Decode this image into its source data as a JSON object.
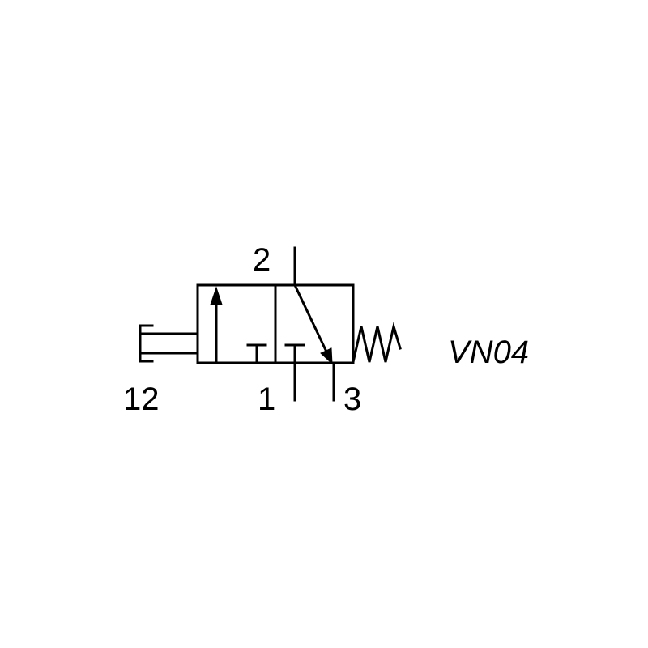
{
  "labels": {
    "port_outlet": "2",
    "port_supply": "1",
    "port_exhaust": "3",
    "pilot_port": "12",
    "model": "VN04"
  },
  "colors": {
    "stroke": "#000000",
    "background": "#ffffff"
  }
}
